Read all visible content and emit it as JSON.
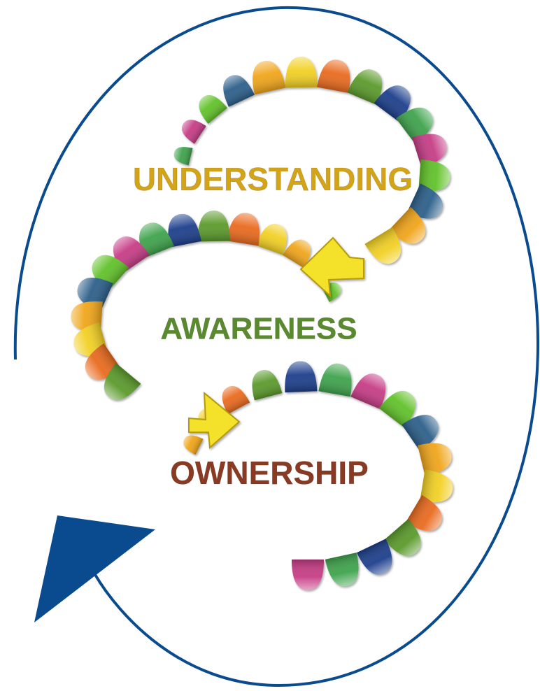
{
  "stages": [
    {
      "label": "UNDERSTANDING",
      "color": "#d4a418"
    },
    {
      "label": "AWARENESS",
      "color": "#5a8a2e"
    },
    {
      "label": "OWNERSHIP",
      "color": "#8a3a22"
    }
  ],
  "cycle_color": "#0a4b8f",
  "segment_palette": [
    "#3fa34d",
    "#c63c86",
    "#62c22a",
    "#2c5f8a",
    "#f0a51a",
    "#f2d024",
    "#e96a1e",
    "#5b9a2b",
    "#1d3f8c"
  ]
}
